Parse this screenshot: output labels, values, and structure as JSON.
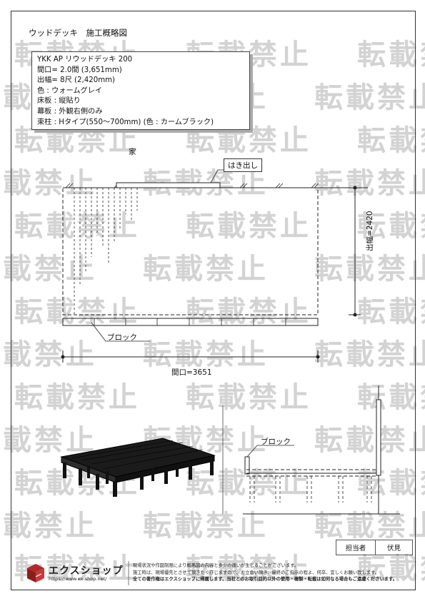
{
  "page": {
    "title": "ウッドデッキ　施工概略図"
  },
  "spec": {
    "product": "YKK AP リウッドデッキ 200",
    "width": "間口= 2.0間 (3,651mm)",
    "depth": "出幅= 8尺 (2,420mm)",
    "color": "色 : ウォームグレイ",
    "floorboard": "床板 : 縦貼り",
    "fascia": "幕板 : 外観右側のみ",
    "post": "束柱 : Hタイプ(550～700mm) (色 : カームブラック)"
  },
  "plan": {
    "house_label": "家",
    "overhang_label": "はき出し",
    "block_label": "ブロック",
    "depth_dim": "出幅=2420",
    "width_dim": "間口=3651"
  },
  "side": {
    "block_label": "ブロック"
  },
  "watermark": {
    "text": "転載禁止"
  },
  "footer": {
    "sign_role": "担当者",
    "sign_name": "伏見",
    "brand": "エクスショップ",
    "url": "https://www.ex-shop.net/",
    "notice_lines": [
      "現場状況や作図制限により概略図の内容と多少の違いが生じることがございます。",
      "施工時は、現場優先とさせて頂きたく存じますので、お立会い頂き、最終のご指示の程よ、何卒、宜しくお願い致します。",
      "全ての著作権はエクスショップに帰属します。当社とのお取引目的以外の使用・複製・転載は如何なる場合もご遠慮くださいます。"
    ]
  },
  "colors": {
    "line": "#222222",
    "watermark": "#d3d3d3",
    "deck_dark": "#1b1b1b"
  }
}
